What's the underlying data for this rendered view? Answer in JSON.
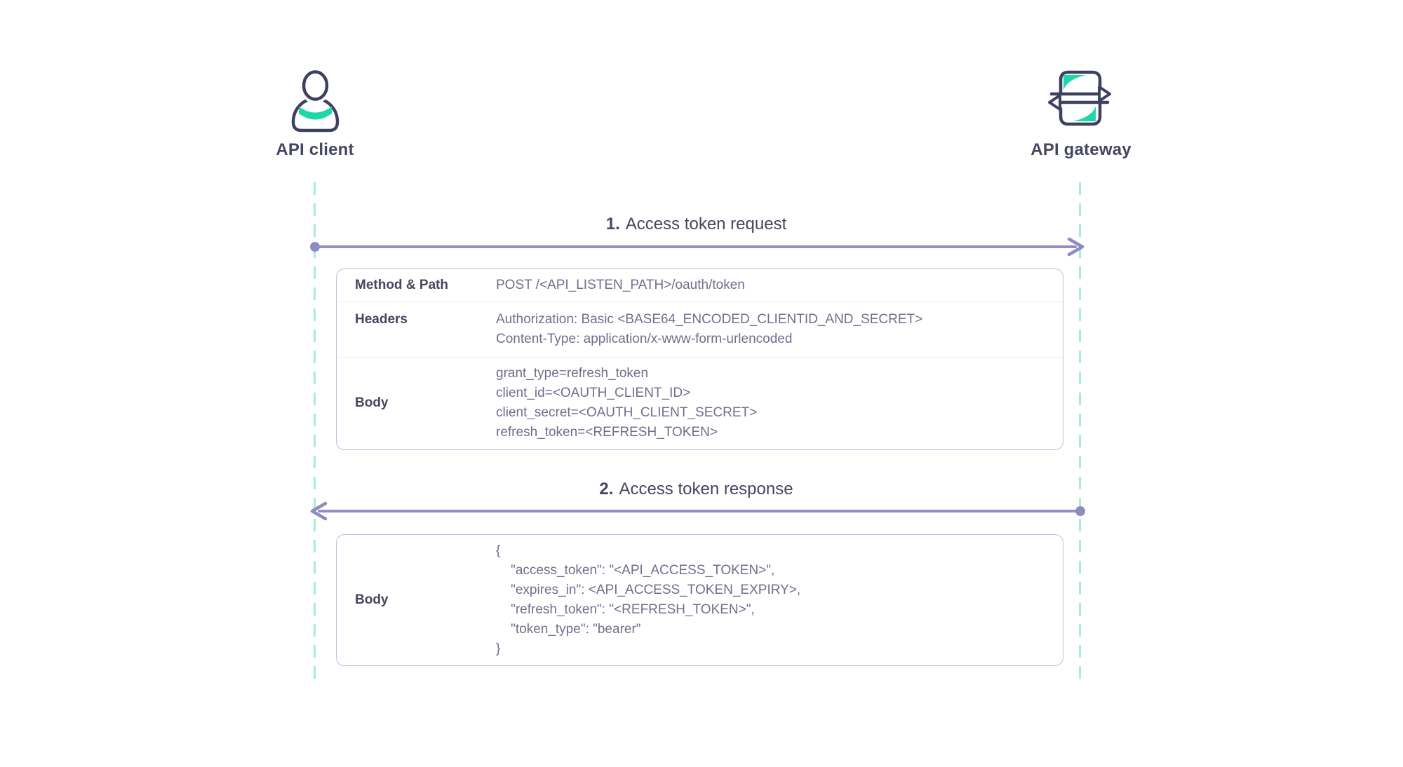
{
  "diagram": {
    "actors": {
      "client": {
        "label": "API client",
        "icon": "user-icon"
      },
      "gateway": {
        "label": "API gateway",
        "icon": "api-gateway-icon"
      }
    },
    "messages": {
      "request": {
        "number": "1.",
        "title": "Access token request",
        "table": {
          "rows": [
            {
              "label": "Method & Path",
              "lines": [
                "POST /<API_LISTEN_PATH>/oauth/token"
              ]
            },
            {
              "label": "Headers",
              "lines": [
                "Authorization: Basic <BASE64_ENCODED_CLIENTID_AND_SECRET>",
                "Content-Type: application/x-www-form-urlencoded"
              ]
            },
            {
              "label": "Body",
              "lines": [
                "grant_type=refresh_token",
                "client_id=<OAUTH_CLIENT_ID>",
                "client_secret=<OAUTH_CLIENT_SECRET>",
                "refresh_token=<REFRESH_TOKEN>"
              ]
            }
          ]
        }
      },
      "response": {
        "number": "2.",
        "title": "Access token response",
        "table": {
          "rows": [
            {
              "label": "Body",
              "lines": [
                "{",
                "    \"access_token\": \"<API_ACCESS_TOKEN>\",",
                "    \"expires_in\": <API_ACCESS_TOKEN_EXPIRY>,",
                "    \"refresh_token\": \"<REFRESH_TOKEN>\",",
                "    \"token_type\": \"bearer\"",
                "}"
              ]
            }
          ]
        }
      }
    },
    "colors": {
      "outline_navy": "#3E4060",
      "accent_teal": "#1FD8A7",
      "arrow_purple": "#8E8BC0",
      "lifeline_mint": "#A7EBD9",
      "table_border": "#BFBDE0",
      "row_divider": "#E9E9F4",
      "heading_text": "#45465F",
      "value_text": "#6F6F8D"
    }
  }
}
